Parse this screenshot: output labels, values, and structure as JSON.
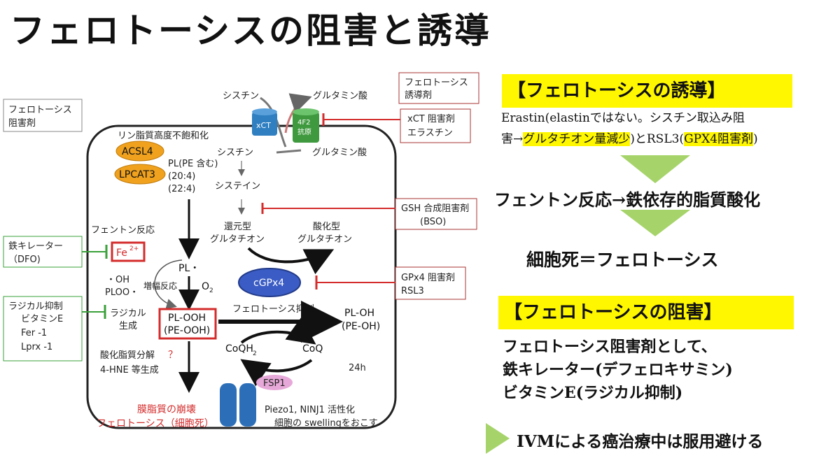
{
  "title": "フェロトーシスの阻害と誘導",
  "diagram": {
    "inhibitor_label": [
      "フェロトーシス",
      "阻害剤"
    ],
    "inducer_label": [
      "フェロトーシス",
      "誘導剤"
    ],
    "cystine_out": "シスチン",
    "glutamate_out": "グルタミン酸",
    "xct": "xCT",
    "f2": [
      "4F2",
      "抗原"
    ],
    "xct_inhibitor": [
      "xCT 阻害剤",
      "エラスチン"
    ],
    "pufa": "リン脂質高度不飽和化",
    "cystine_in": "シスチン",
    "glutamate_in": "グルタミン酸",
    "acsl4": "ACSL4",
    "lpcat3": "LPCAT3",
    "pl_pe": [
      "PL(PE 含む)",
      "(20:4)",
      "(22:4)"
    ],
    "cysteine": "システイン",
    "gsh_inhibitor": [
      "GSH 合成阻害剤",
      "(BSO)"
    ],
    "reduced_gsh": [
      "還元型",
      "グルタチオン"
    ],
    "oxidized_gsh": [
      "酸化型",
      "グルタチオン"
    ],
    "fenton_reaction": "フェントン反応",
    "iron_chelator": [
      "鉄キレーター",
      "（DFO)"
    ],
    "fe": "Fe",
    "fe_sup": "2+",
    "pl_radical": "PL・",
    "oh": "・OH",
    "ploo": "PLOO・",
    "amplify": "増幅反応",
    "o2": "O",
    "o2_sub": "2",
    "cgpx4": "cGPx4",
    "gpx4_inhibitor": [
      "GPx4 阻害剤",
      "RSL3"
    ],
    "radical_inhibit": [
      "ラジカル抑制",
      "ビタミンE",
      "Fer -1",
      "Lprx -1"
    ],
    "radical_gen": [
      "ラジカル",
      "生成"
    ],
    "pl_ooh": [
      "PL-OOH",
      "(PE-OOH)"
    ],
    "ferro_suppress": "フェロトーシス抑制",
    "pl_oh": [
      "PL-OH",
      "(PE-OH)"
    ],
    "coqh2": "CoQH",
    "coqh2_sub": "2",
    "coq": "CoQ",
    "lipid_decomp": "酸化脂質分解",
    "question": "？",
    "hne": "4-HNE 等生成",
    "h24": "24h",
    "fsp1": "FSP1",
    "membrane": "膜脂質の崩壊",
    "ferroptosis_death": "フェロトーシス（細胞死）",
    "piezo": "Piezo1, NINJ1 活性化",
    "swelling": "細胞の swellingをおこす"
  },
  "induce": {
    "heading": "【フェロトーシスの誘導】",
    "line1": "Erastin(elastinではない。シスチン取込み阻",
    "line2_a": "害→",
    "line2_b": "グルタチオン量減少",
    "line2_c": ")とRSL3(",
    "line2_d": "GPX4阻害剤",
    "line2_e": ")"
  },
  "fenton_line": "フェントン反応→鉄依存的脂質酸化",
  "death_line": "細胞死＝フェロトーシス",
  "inhibit": {
    "heading": "【フェロトーシスの阻害】",
    "line1": "フェロトーシス阻害剤として、",
    "line2": "鉄キレーター(デフェロキサミン)",
    "line3": "ビタミンE(ラジカル抑制)"
  },
  "ivm_line": "IVMによる癌治療中は服用避ける",
  "colors": {
    "highlight": "#fff700",
    "arrow_green": "#a6d46a",
    "inhibit_red": "#d42c2c",
    "inhibit_green": "#3aa03a",
    "cgpx4_blue": "#3a5cc4",
    "acsl_orange": "#f0a21e",
    "xct_blue": "#2f7fc1",
    "f2_green": "#3f9a3f",
    "fsp1_pink": "#e6a8d8",
    "piezo_blue": "#2c6fb8"
  }
}
